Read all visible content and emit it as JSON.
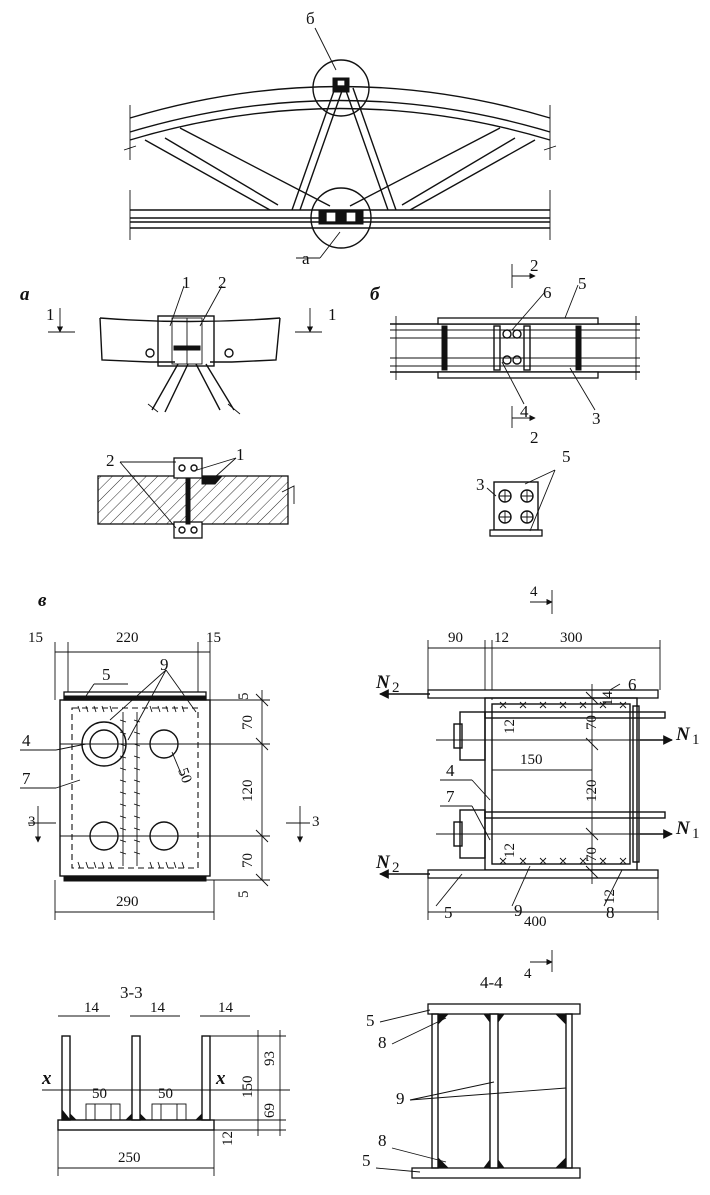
{
  "callouts": {
    "top": "б",
    "bottom": "а"
  },
  "views": {
    "a": "а",
    "b": "б",
    "v": "в"
  },
  "sections": {
    "s1": "1",
    "s2": "2",
    "s3": "3",
    "s4": "4",
    "s33": "3-3",
    "s44": "4-4"
  },
  "items": {
    "p1": "1",
    "p2": "2",
    "p3": "3",
    "p4": "4",
    "p5": "5",
    "p6": "6",
    "p7": "7",
    "p8": "8",
    "p9": "9"
  },
  "dims": {
    "d15": "15",
    "d220": "220",
    "d290": "290",
    "d5": "5",
    "d70": "70",
    "d120": "120",
    "d50": "50",
    "d90": "90",
    "d12": "12",
    "d300": "300",
    "d14": "14",
    "d150": "150",
    "d400": "400",
    "d93": "93",
    "d69": "69",
    "d250": "250"
  },
  "forces": {
    "n1": "N",
    "n2": "N",
    "sub1": "1",
    "sub2": "2"
  },
  "axis": {
    "x": "x"
  }
}
